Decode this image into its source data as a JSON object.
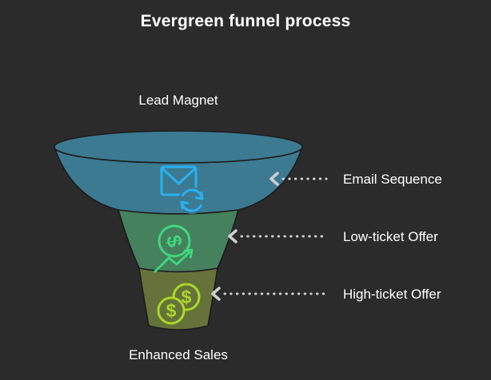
{
  "page": {
    "background": "#2b2b2b",
    "text_color": "#ffffff"
  },
  "title": "Evergreen funnel process",
  "funnel": {
    "input_label": "Lead Magnet",
    "output_label": "Enhanced Sales",
    "outline_color": "#1c1c1c",
    "stages": [
      {
        "label": "Email Sequence",
        "fill": "#3b7a90",
        "icon": "email-sync-icon",
        "icon_color": "#29b1f2"
      },
      {
        "label": "Low-ticket Offer",
        "fill": "#44815c",
        "icon": "dollar-growth-icon",
        "icon_color": "#3fd67e"
      },
      {
        "label": "High-ticket Offer",
        "fill": "#657239",
        "icon": "dollar-coins-icon",
        "icon_color": "#aad82a"
      }
    ]
  },
  "connector": {
    "color": "#cfcfcf",
    "style": "dotted",
    "arrow": "left-chevron"
  }
}
